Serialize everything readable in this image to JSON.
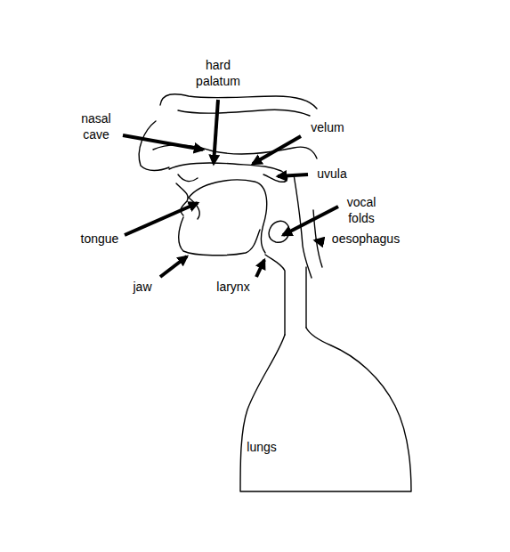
{
  "diagram": {
    "labels": [
      "hard palatum",
      "nasal cave",
      "velum",
      "uvula",
      "vocal folds",
      "tongue",
      "oesophagus",
      "jaw",
      "larynx",
      "lungs"
    ]
  }
}
